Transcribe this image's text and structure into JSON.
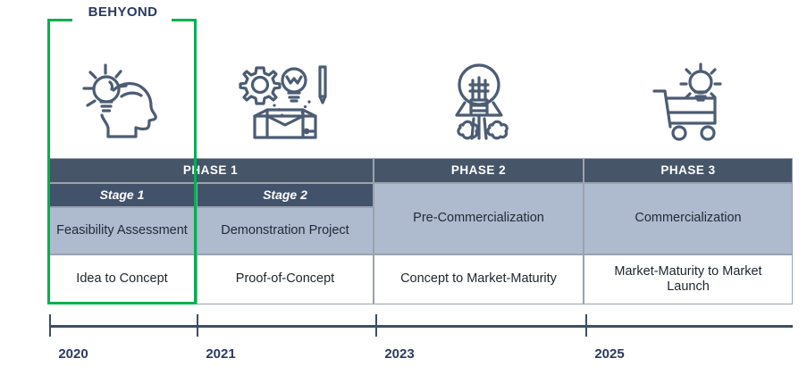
{
  "overlay": {
    "bracket_label": "BEHYOND",
    "bracket_color": "#00b04f"
  },
  "icons": [
    {
      "name": "lightbulb-head-icon",
      "label": "Idea generation"
    },
    {
      "name": "gear-bulb-pencil-box-icon",
      "label": "Prototype development"
    },
    {
      "name": "lightbulb-rocket-icon",
      "label": "Product launch"
    },
    {
      "name": "shopping-cart-bulb-icon",
      "label": "Market sales"
    }
  ],
  "table": {
    "phases": [
      {
        "label": "PHASE 1"
      },
      {
        "label": "PHASE 2"
      },
      {
        "label": "PHASE 3"
      }
    ],
    "stages": [
      {
        "label": "Stage 1"
      },
      {
        "label": "Stage 2"
      }
    ],
    "activities": [
      {
        "label": "Feasibility Assessment"
      },
      {
        "label": "Demonstration Project"
      },
      {
        "label": "Pre-Commercialization"
      },
      {
        "label": "Commercialization"
      }
    ],
    "outcomes": [
      {
        "label": "Idea to Concept"
      },
      {
        "label": "Proof-of-Concept"
      },
      {
        "label": "Concept to Market-Maturity"
      },
      {
        "label": "Market-Maturity to Market Launch"
      }
    ],
    "colors": {
      "header_dark": "#475569",
      "stage_dark": "#43526b",
      "activity_blue": "#aebace",
      "outcome_white": "#ffffff",
      "grid_line": "#9aa3ad"
    }
  },
  "axis": {
    "ticks": [
      {
        "label": "2020"
      },
      {
        "label": "2021"
      },
      {
        "label": "2023"
      },
      {
        "label": "2025"
      }
    ],
    "color": "#3d4f63"
  }
}
